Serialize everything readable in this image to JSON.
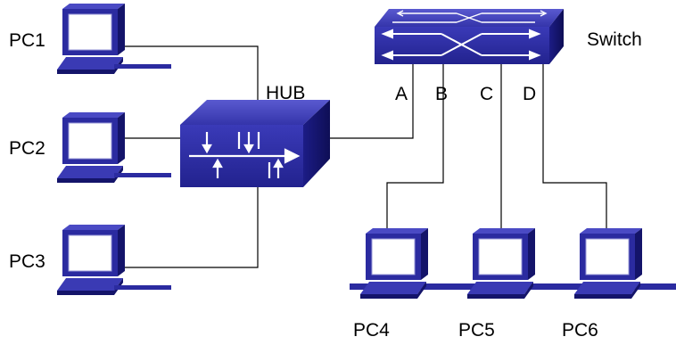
{
  "devices": {
    "switch": {
      "label": "Switch"
    },
    "hub": {
      "label": "HUB"
    },
    "pcs": [
      {
        "label": "PC1"
      },
      {
        "label": "PC2"
      },
      {
        "label": "PC3"
      },
      {
        "label": "PC4"
      },
      {
        "label": "PC5"
      },
      {
        "label": "PC6"
      }
    ]
  },
  "ports": [
    {
      "label": "A"
    },
    {
      "label": "B"
    },
    {
      "label": "C"
    },
    {
      "label": "D"
    }
  ],
  "colors": {
    "device_fill": "#2b2ba0",
    "device_dark": "#14146a",
    "screen": "#ffffff",
    "link_line": "#000000"
  }
}
